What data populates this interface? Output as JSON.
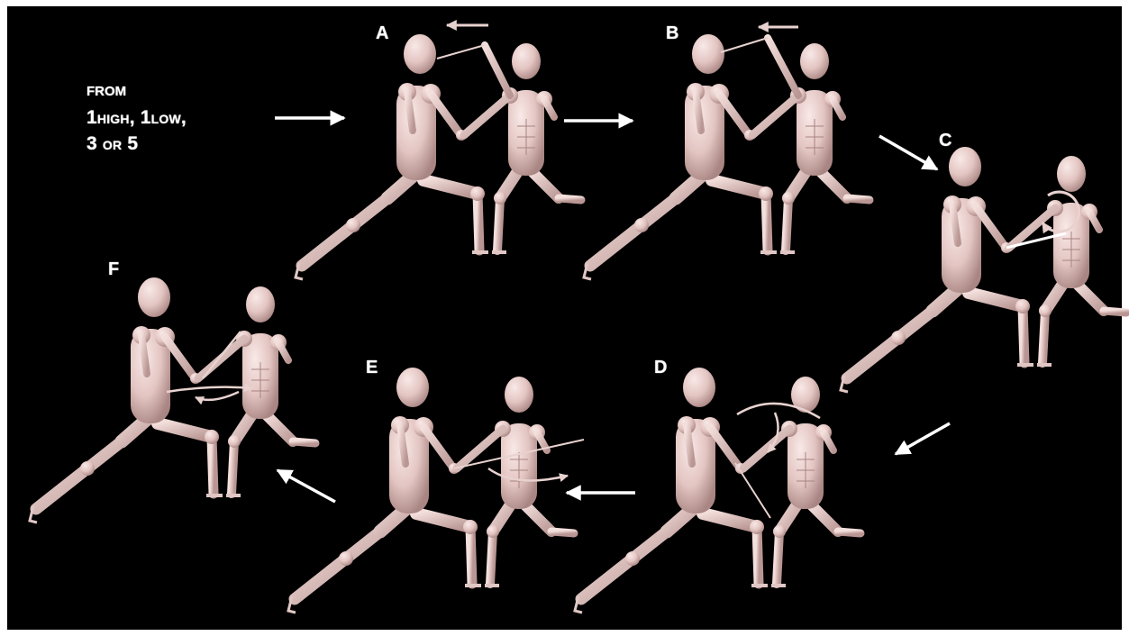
{
  "source": {
    "from_label": "FROM",
    "line1": [
      "1",
      "HIGH",
      ", 1",
      "LOW",
      ","
    ],
    "line2": [
      "3 ",
      "OR",
      " 5"
    ]
  },
  "panels": [
    {
      "label": "A"
    },
    {
      "label": "B"
    },
    {
      "label": "C"
    },
    {
      "label": "D"
    },
    {
      "label": "E"
    },
    {
      "label": "F"
    }
  ],
  "colors": {
    "background": "#000000",
    "figure_fill": "#e7cdcb",
    "figure_shade": "#b58f8c",
    "arrow": "#ffffff"
  }
}
